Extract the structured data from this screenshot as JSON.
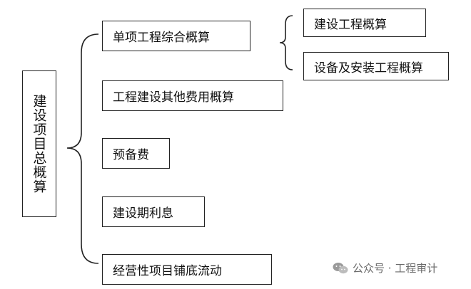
{
  "root": {
    "label": "建设项目总概算"
  },
  "items": [
    {
      "label": "单项工程综合概算"
    },
    {
      "label": "工程建设其他费用概算"
    },
    {
      "label": "预备费"
    },
    {
      "label": "建设期利息"
    },
    {
      "label": "经营性项目铺底流动"
    }
  ],
  "subitems": [
    {
      "label": "建设工程概算"
    },
    {
      "label": "设备及安装工程概算"
    }
  ],
  "watermark": {
    "text": "公众号 · 工程审计",
    "icon": "wechat-icon"
  }
}
